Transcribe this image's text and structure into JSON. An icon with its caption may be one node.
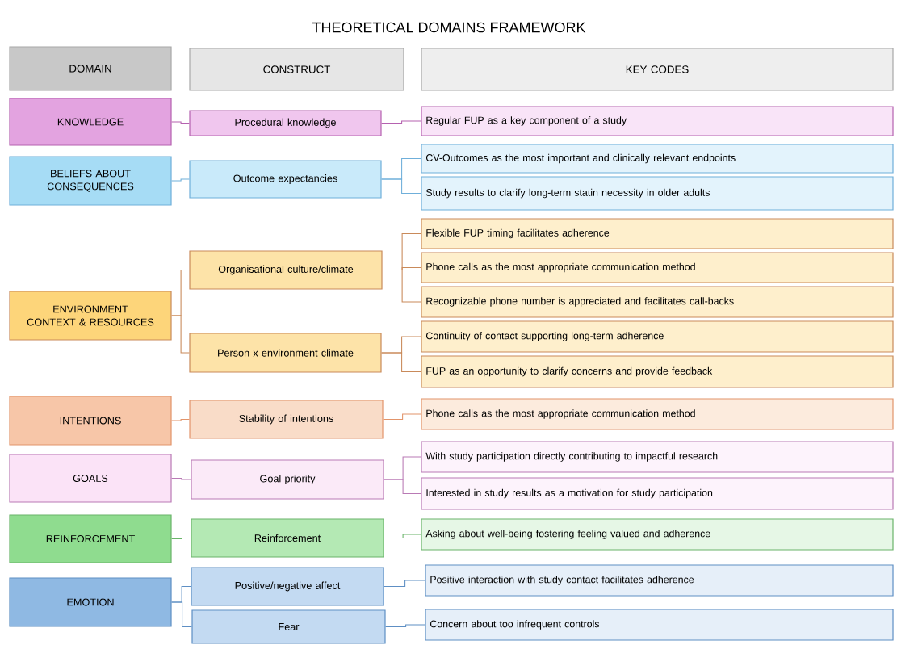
{
  "diagram": {
    "title": "THEORETICAL DOMAINS FRAMEWORK",
    "nodes": [
      {
        "text": [
          "DOMAIN"
        ]
      },
      {
        "text": [
          "CONSTRUCT"
        ]
      },
      {
        "text": [
          "KEY CODES"
        ]
      },
      {
        "text": [
          "KNOWLEDGE"
        ]
      },
      {
        "text": [
          "Procedural knowledge"
        ]
      },
      {
        "text": [
          "Regular FUP as a key component of a study"
        ]
      },
      {
        "text": [
          "BELIEFS ABOUT CONSEQUENCES"
        ]
      },
      {
        "text": [
          "Outcome expectancies"
        ]
      },
      {
        "text": [
          "CV-Outcomes as the most important and clinically relevant endpoints"
        ]
      },
      {
        "text": [
          "Study results to clarify long-term statin necessity in older adults"
        ]
      },
      {
        "text": [
          "ENVIRONMENT CONTEXT & RESOURCES"
        ]
      },
      {
        "text": [
          "Organisational culture/climate"
        ]
      },
      {
        "text": [
          "Person x environment climate"
        ]
      },
      {
        "text": [
          "Flexible FUP timing facilitates adherence"
        ]
      },
      {
        "text": [
          "Phone calls as the most appropriate communication method"
        ]
      },
      {
        "text": [
          "Recognizable phone number is appreciated and facilitates call-backs"
        ]
      },
      {
        "text": [
          "Continuity of contact supporting long-term adherence"
        ]
      },
      {
        "text": [
          "FUP as an opportunity to clarify concerns and provide feedback"
        ]
      },
      {
        "text": [
          "INTENTIONS"
        ]
      },
      {
        "text": [
          "Stability of intentions"
        ]
      },
      {
        "text": [
          "Phone calls as the most appropriate communication method"
        ]
      },
      {
        "text": [
          "GOALS"
        ]
      },
      {
        "text": [
          "Goal priority"
        ]
      },
      {
        "text": [
          "With study participation directly contributing to impactful research"
        ]
      },
      {
        "text": [
          "Interested in study results as a motivation for study participation"
        ]
      },
      {
        "text": [
          "REINFORCEMENT"
        ]
      },
      {
        "text": [
          "Reinforcement"
        ]
      },
      {
        "text": [
          "Asking about well-being fostering feeling valued and adherence"
        ]
      },
      {
        "text": [
          "EMOTION"
        ]
      },
      {
        "text": [
          "Positive/negative affect"
        ]
      },
      {
        "text": [
          "Fear"
        ]
      },
      {
        "text": [
          "Positive interaction with study contact facilitates adherence"
        ]
      },
      {
        "text": [
          "Concern about too infrequent controls"
        ]
      }
    ],
    "edges": [
      {
        "from": 3,
        "to": 4,
        "arrow": "none",
        "color": "#b562b0"
      },
      {
        "from": 4,
        "to": 5,
        "arrow": "none",
        "color": "#b562b0"
      },
      {
        "from": 6,
        "to": 7,
        "arrow": "none",
        "color": "#6fafda"
      },
      {
        "from": 7,
        "to": 8,
        "arrow": "none",
        "color": "#6fafda"
      },
      {
        "from": 7,
        "to": 9,
        "arrow": "none",
        "color": "#6fafda"
      },
      {
        "from": 10,
        "to": 11,
        "arrow": "none",
        "color": "#c98a5a"
      },
      {
        "from": 10,
        "to": 12,
        "arrow": "none",
        "color": "#c98a5a"
      },
      {
        "from": 11,
        "to": 13,
        "arrow": "none",
        "color": "#c98a5a"
      },
      {
        "from": 11,
        "to": 14,
        "arrow": "none",
        "color": "#c98a5a"
      },
      {
        "from": 11,
        "to": 15,
        "arrow": "none",
        "color": "#c98a5a"
      },
      {
        "from": 12,
        "to": 16,
        "arrow": "none",
        "color": "#c98a5a"
      },
      {
        "from": 12,
        "to": 17,
        "arrow": "none",
        "color": "#c98a5a"
      },
      {
        "from": 18,
        "to": 19,
        "arrow": "none",
        "color": "#e2946a"
      },
      {
        "from": 19,
        "to": 20,
        "arrow": "none",
        "color": "#e2946a"
      },
      {
        "from": 21,
        "to": 22,
        "arrow": "none",
        "color": "#b97ab5"
      },
      {
        "from": 22,
        "to": 23,
        "arrow": "none",
        "color": "#b97ab5"
      },
      {
        "from": 22,
        "to": 24,
        "arrow": "none",
        "color": "#b97ab5"
      },
      {
        "from": 25,
        "to": 26,
        "arrow": "none",
        "color": "#6ab46a"
      },
      {
        "from": 26,
        "to": 27,
        "arrow": "none",
        "color": "#6ab46a"
      },
      {
        "from": 28,
        "to": 29,
        "arrow": "none",
        "color": "#5e8fc4"
      },
      {
        "from": 28,
        "to": 30,
        "arrow": "none",
        "color": "#5e8fc4"
      },
      {
        "from": 29,
        "to": 31,
        "arrow": "none",
        "color": "#5e8fc4"
      },
      {
        "from": 30,
        "to": 32,
        "arrow": "none",
        "color": "#5e8fc4"
      }
    ]
  }
}
